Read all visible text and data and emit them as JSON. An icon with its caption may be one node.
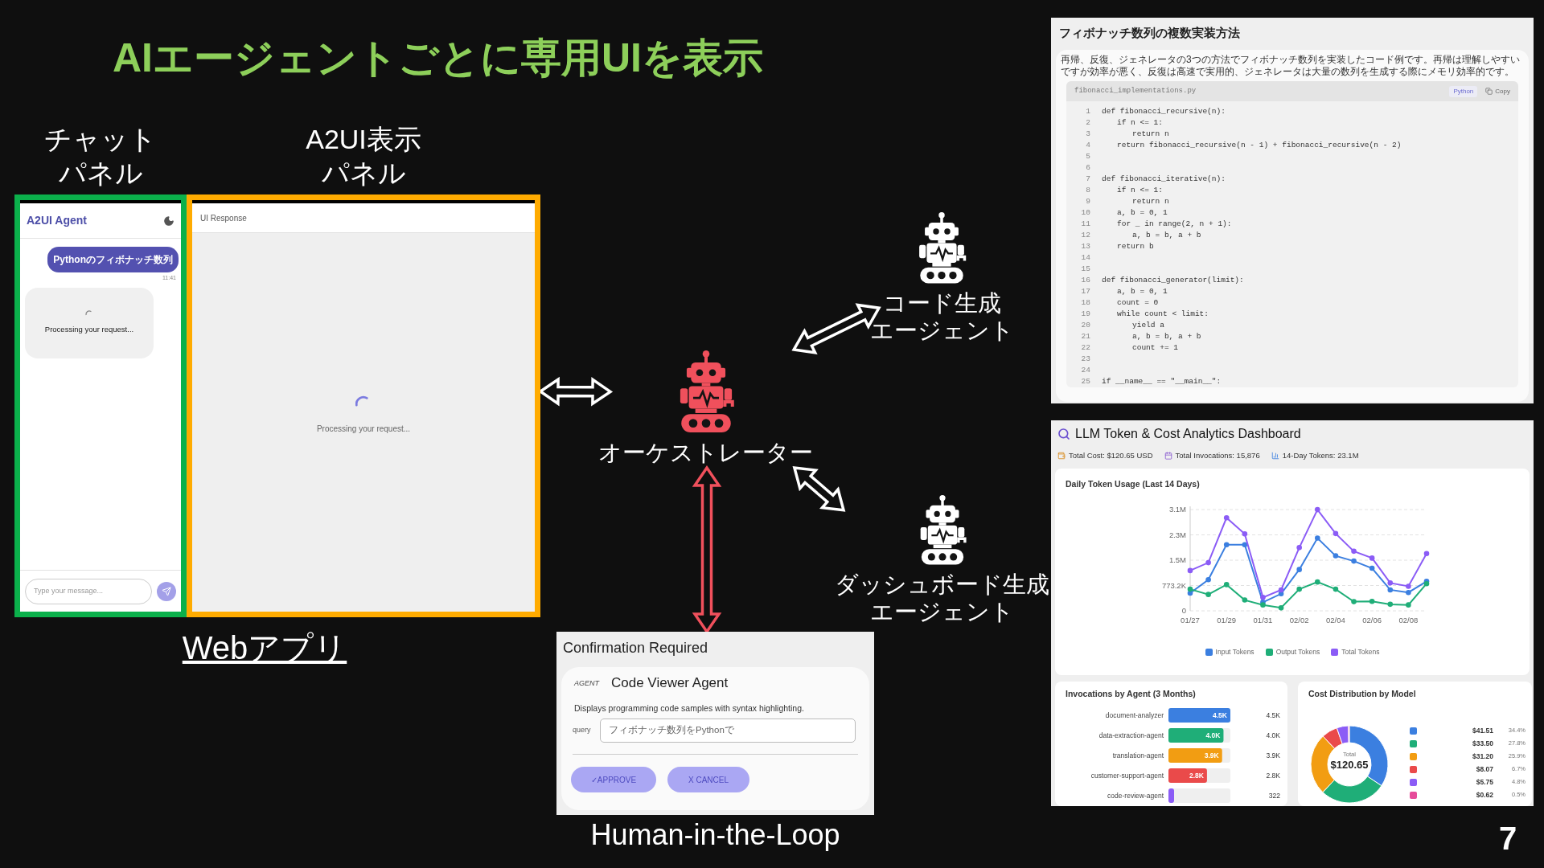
{
  "diagram": {
    "title": "AIエージェントごとに専用UIを表示",
    "nodes": [
      {
        "text": [
          "チャットパネル",
          "A2UI Agent",
          "Pythonのフィボナッチ数列",
          "11:41",
          "Processing your request...",
          "Type your message..."
        ]
      },
      {
        "text": [
          "A2UI表示パネル",
          "UI Response",
          "Processing your request..."
        ]
      },
      {
        "text": [
          "コード生成エージェント"
        ]
      },
      {
        "text": [
          "オーケストレーター"
        ]
      },
      {
        "text": [
          "ダッシュボード生成エージェント"
        ]
      },
      {
        "text": [
          "Confirmation Required",
          "AGENT",
          "Code Viewer Agent",
          "Displays programming code samples with syntax highlighting.",
          "query",
          "フィボナッチ数列をPythonで",
          "✓APPROVE",
          "X CANCEL"
        ],
        "beside": [
          "Human-in-the-Loop"
        ]
      },
      {
        "text": [
          "フィボナッチ数列の複数実装方法",
          "再帰、反復、ジェネレータの3つの方法でフィボナッチ数列を実装したコード例です。再帰は理解しやすいですが効率が悪く、反復は高速で実用的、ジェネレータは大量の数列を生成する際にメモリ効率的です。",
          "fibonacci_implementations.py",
          "Python",
          "Copy",
          "1",
          "def fibonacci_recursive(n):",
          "2",
          "if n <= 1:",
          "3",
          "return n",
          "4",
          "return fibonacci_recursive(n - 1) + fibonacci_recursive(n - 2)",
          "5",
          "6",
          "7",
          "def fibonacci_iterative(n):",
          "8",
          "if n <= 1:",
          "9",
          "return n",
          "10",
          "a, b = 0, 1",
          "11",
          "for _ in range(2, n + 1):",
          "12",
          "a, b = b, a + b",
          "13",
          "return b",
          "14",
          "15",
          "16",
          "def fibonacci_generator(limit):",
          "17",
          "a, b = 0, 1",
          "18",
          "count = 0",
          "19",
          "while count < limit:",
          "20",
          "yield a",
          "21",
          "a, b = b, a + b",
          "22",
          "count += 1",
          "23",
          "24",
          "25",
          "if __name__ == \"__main__\":"
        ]
      },
      {
        "text": [
          "LLM Token & Cost Analytics Dashboard",
          "Total Cost: $120.65 USD",
          "Total Invocations: 15,876",
          "14-Day Tokens: 23.1M"
        ]
      }
    ],
    "edges": [
      {
        "from": 1,
        "to": 3,
        "arrow": "both"
      },
      {
        "from": 3,
        "to": 2,
        "arrow": "both"
      },
      {
        "from": 3,
        "to": 4,
        "arrow": "both"
      },
      {
        "from": 3,
        "to": 5,
        "arrow": "both",
        "color": "#f0505c"
      }
    ],
    "labels": [
      "Webアプリ",
      "Total",
      "$120.65",
      "$41.51",
      "34.4%",
      "$33.50",
      "27.8%",
      "$31.20",
      "25.9%",
      "$8.07",
      "6.7%",
      "$5.75",
      "4.8%",
      "$0.62",
      "0.5%",
      "7"
    ],
    "chart_data": [
      {
        "type": "line",
        "title": "Daily Token Usage (Last 14 Days)",
        "grid": true,
        "legend": "bottom",
        "categories": [
          "01/27",
          null,
          "01/29",
          null,
          "01/31",
          null,
          "02/02",
          null,
          "02/04",
          null,
          "02/06",
          null,
          "02/08",
          null
        ],
        "ylim": [
          0,
          3092800
        ],
        "yticks": [
          0,
          {
            "value": 773200,
            "label": "773.2K"
          },
          {
            "value": 1546400,
            "label": "1.5M"
          },
          {
            "value": 2319600,
            "label": "2.3M"
          },
          {
            "value": 3092800,
            "label": "3.1M"
          }
        ],
        "series": [
          {
            "name": "Input Tokens",
            "color": "#3b7fe0",
            "marker": "circle",
            "values": [
              540000,
              950000,
              2020000,
              2020000,
              260000,
              520000,
              1260000,
              2220000,
              1680000,
              1520000,
              1300000,
              640000,
              560000,
              900000
            ]
          },
          {
            "name": "Output Tokens",
            "color": "#1fae78",
            "marker": "circle",
            "values": [
              660000,
              500000,
              800000,
              330000,
              180000,
              90000,
              660000,
              880000,
              660000,
              280000,
              290000,
              200000,
              180000,
              830000
            ]
          },
          {
            "name": "Total Tokens",
            "color": "#8b5cf6",
            "marker": "circle",
            "values": [
              1230000,
              1470000,
              2840000,
              2350000,
              410000,
              640000,
              1930000,
              3090000,
              2360000,
              1820000,
              1610000,
              850000,
              750000,
              1750000
            ]
          }
        ]
      },
      {
        "type": "bar",
        "orientation": "horizontal",
        "title": "Invocations by Agent (3 Months)",
        "categories": [
          "document-analyzer",
          "data-extraction-agent",
          "translation-agent",
          "customer-support-agent",
          "code-review-agent"
        ],
        "values": [
          4500,
          4000,
          3900,
          2800,
          322
        ],
        "value_labels": [
          "4.5K",
          "4.0K",
          "3.9K",
          "2.8K",
          "322"
        ],
        "annotations": [
          "4.5K",
          "4.0K",
          "3.9K",
          "2.8K"
        ]
      },
      {
        "type": "donut",
        "title": "Cost Distribution by Model",
        "categories": [
          null,
          null,
          null,
          null,
          null,
          null
        ],
        "values": [
          34.4,
          27.8,
          25.9,
          6.7,
          4.8,
          0.5
        ]
      }
    ]
  }
}
